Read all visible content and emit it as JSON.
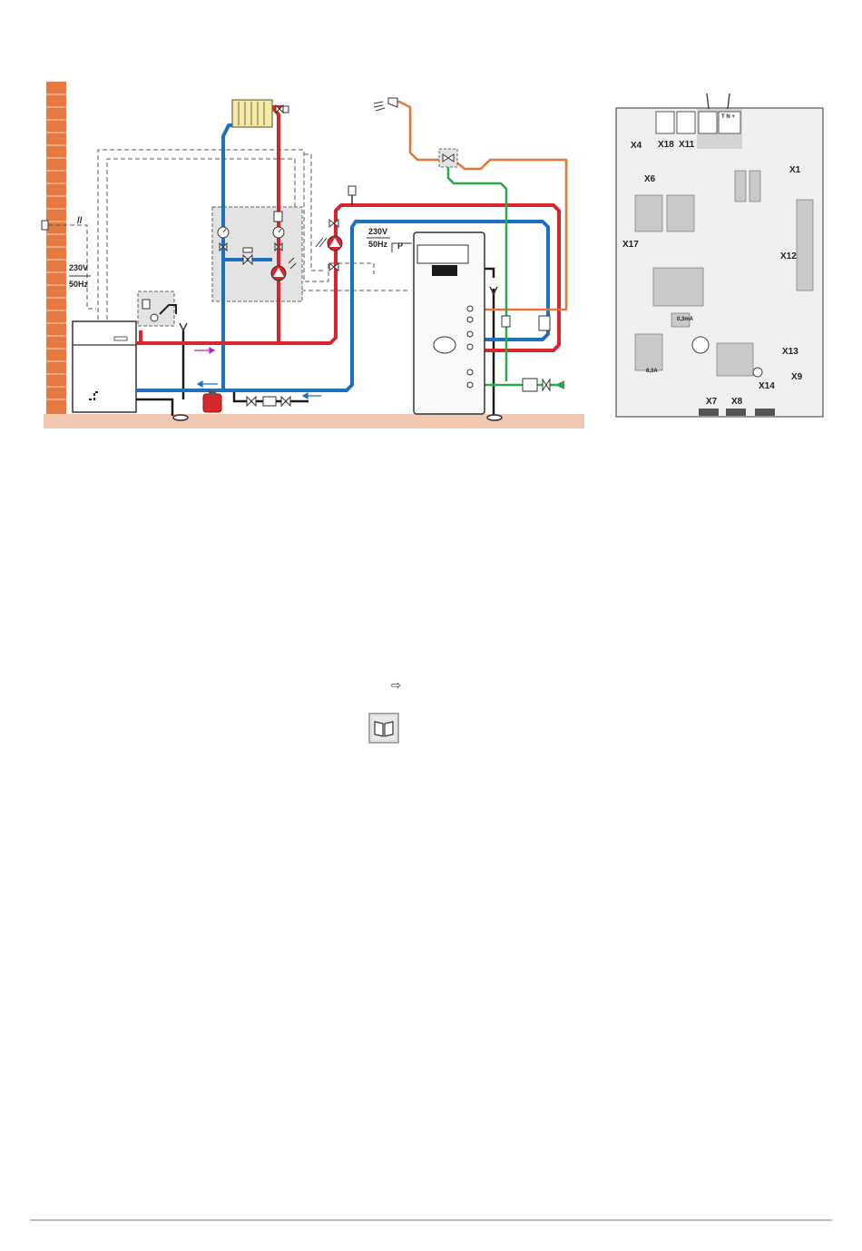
{
  "hydraulic": {
    "supply_left_voltage": "230V",
    "supply_left_freq": "50Hz",
    "supply_pump_voltage": "230V",
    "supply_pump_freq": "50Hz",
    "tank_sensor_letter": "P"
  },
  "board": {
    "connectors": {
      "x4": "X4",
      "x18": "X18",
      "x11": "X11",
      "x1": "X1",
      "x6": "X6",
      "x17": "X17",
      "x12": "X12",
      "x13": "X13",
      "x9": "X9",
      "x14": "X14",
      "x7": "X7",
      "x8": "X8"
    },
    "terminal_marks": "T N +",
    "fuse_small": "0,3mA",
    "fuse_large": "8,3A"
  },
  "notes": {
    "arrow": "⇨"
  },
  "icons": [
    "brick-wall-icon",
    "radiator-icon",
    "pump-icon",
    "valve-icon",
    "gauge-icon",
    "expansion-vessel-icon",
    "shower-icon",
    "boiler-icon",
    "storage-tank-icon",
    "control-board-icon",
    "manual-book-icon"
  ],
  "colors": {
    "hot_water_red": "#d9262c",
    "cold_water_blue": "#1f6fc0",
    "dhw_orange": "#e8743b",
    "cold_supply_green": "#2aa84a",
    "wall_brick": "#e5793f",
    "floor": "#f3c8b0"
  }
}
